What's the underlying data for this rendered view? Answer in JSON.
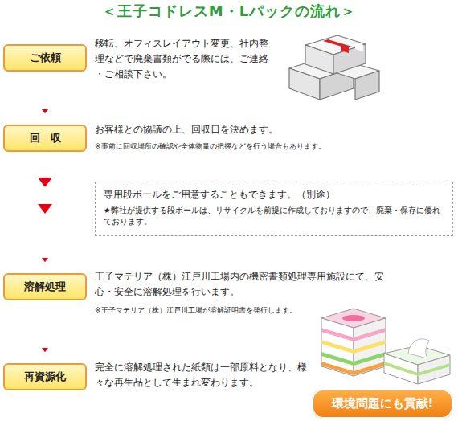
{
  "diagram": {
    "title": "＜王子コドレスM・Lパックの流れ＞",
    "nodes": [
      {
        "text": [
          "ご依頼"
        ]
      },
      {
        "text": [
          "回　収"
        ]
      },
      {
        "text": [
          "専用段ボールをご用意することもできます。（別途）",
          "★弊社が提供する段ボールは、リサイクルを前提に作成しておりますので、廃棄・保存に優れております。"
        ]
      },
      {
        "text": [
          "溶解処理"
        ]
      },
      {
        "text": [
          "再資源化"
        ]
      },
      {
        "text": [
          "環境問題にも貢献!"
        ]
      }
    ],
    "edges": [
      {
        "from": 0,
        "to": 1,
        "arrow": "to"
      },
      {
        "from": 1,
        "to": 3,
        "arrow": "to"
      },
      {
        "from": 3,
        "to": 4,
        "arrow": "to"
      }
    ],
    "labels": [
      "移転、オフィスレイアウト変更、社内整理などで廃棄書類がでる際には、ご連絡・ご相談下さい。",
      "お客様との協議の上、回収日を決めます。",
      "※事前に回収場所の確認や全体物量の把握などを行う場合もあります。",
      "王子マテリア（株）江戸川工場内の機密書類処理専用施設にて、安心・安全に溶解処理を行います。",
      "※王子マテリア（株）江戸川工場が溶解証明書を発行します。",
      "完全に溶解処理された紙類は一部原料となり、様々な再生品として生まれ変わります。"
    ]
  }
}
